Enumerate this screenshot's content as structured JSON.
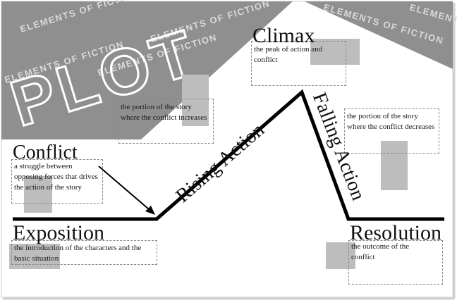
{
  "banner": {
    "word": "PLOT",
    "watermark": "ELEMENTS OF FICTION",
    "colors": {
      "band": "#8f8f8f",
      "text_light": "#ffffff",
      "frame": "#d9d9d9"
    }
  },
  "stages": {
    "exposition": {
      "title": "Exposition",
      "description": "the introduction of the characters and the basic situation"
    },
    "conflict": {
      "title": "Conflict",
      "description": "a struggle between opposing forces that drives the action of the story"
    },
    "rising_action": {
      "title": "Rising Action",
      "description": "the portion of the story where the conflict increases"
    },
    "climax": {
      "title": "Climax",
      "description": "the peak of action and conflict"
    },
    "falling_action": {
      "title": "Falling Action",
      "description": "the portion of the story where the conflict decreases"
    },
    "resolution": {
      "title": "Resolution",
      "description": "the outcome of the conflict"
    }
  },
  "colors": {
    "line": "#000000",
    "placeholder": "#bdbdbd",
    "dash": "#888888"
  }
}
